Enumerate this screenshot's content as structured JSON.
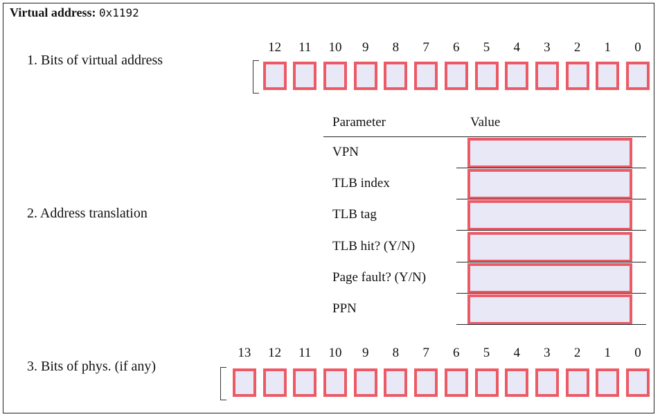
{
  "header": {
    "label": "Virtual address:",
    "value": "0x1192"
  },
  "section1": {
    "label": "1.  Bits of virtual address",
    "bits": [
      "12",
      "11",
      "10",
      "9",
      "8",
      "7",
      "6",
      "5",
      "4",
      "3",
      "2",
      "1",
      "0"
    ]
  },
  "section2": {
    "label": "2.  Address translation",
    "col_param": "Parameter",
    "col_value": "Value",
    "rows": [
      "VPN",
      "TLB index",
      "TLB tag",
      "TLB hit? (Y/N)",
      "Page fault? (Y/N)",
      "PPN"
    ]
  },
  "section3": {
    "label": "3.  Bits of phys. (if any)",
    "bits": [
      "13",
      "12",
      "11",
      "10",
      "9",
      "8",
      "7",
      "6",
      "5",
      "4",
      "3",
      "2",
      "1",
      "0"
    ]
  },
  "colors": {
    "cell_border": "#ec5a66",
    "cell_fill": "#e8e8f7"
  }
}
